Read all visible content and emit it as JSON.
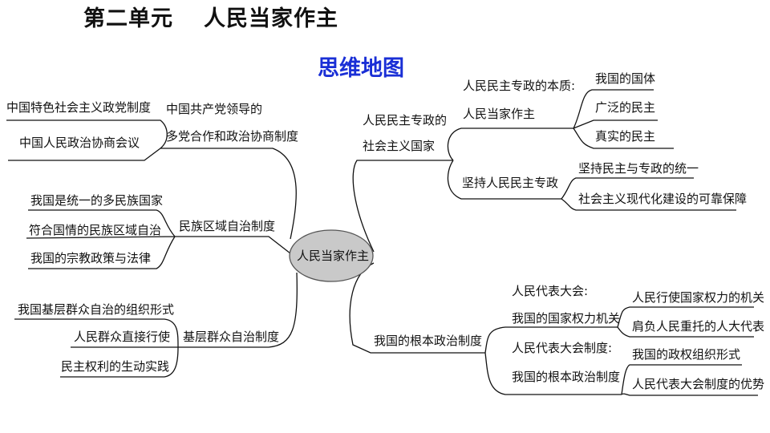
{
  "header": {
    "unit": "第二单元",
    "title": "人民当家作主",
    "subtitle": "思维地图"
  },
  "center": {
    "label": "人民当家作主"
  },
  "branches": {
    "left_top": {
      "line1": "中国共产党领导的",
      "line2": "多党合作和政治协商制度",
      "leaves": [
        "中国特色社会主义政党制度",
        "中国人民政治协商会议"
      ]
    },
    "left_mid": {
      "label": "民族区域自治制度",
      "leaves": [
        "我国是统一的多民族国家",
        "符合国情的民族区域自治",
        "我国的宗教政策与法律"
      ]
    },
    "left_bottom": {
      "label": "基层群众自治制度",
      "leaves": [
        "我国基层群众自治的组织形式",
        "人民群众直接行使",
        "民主权利的生动实践"
      ]
    },
    "right_top": {
      "line1": "人民民主专政的",
      "line2": "社会主义国家",
      "sub1": {
        "line1": "人民民主专政的本质:",
        "line2": "人民当家作主",
        "leaves": [
          "我国的国体",
          "广泛的民主",
          "真实的民主"
        ]
      },
      "sub2": {
        "label": "坚持人民民主专政",
        "leaves": [
          "坚持民主与专政的统一",
          "社会主义现代化建设的可靠保障"
        ]
      }
    },
    "right_bottom": {
      "label": "我国的根本政治制度",
      "sub1": {
        "line1": "人民代表大会:",
        "line2": "我国的国家权力机关",
        "leaves": [
          "人民行使国家权力的机关",
          "肩负人民重托的人大代表"
        ]
      },
      "sub2": {
        "line1": "人民代表大会制度:",
        "line2": "我国的根本政治制度",
        "leaves": [
          "我国的政权组织形式",
          "人民代表大会制度的优势"
        ]
      }
    }
  }
}
